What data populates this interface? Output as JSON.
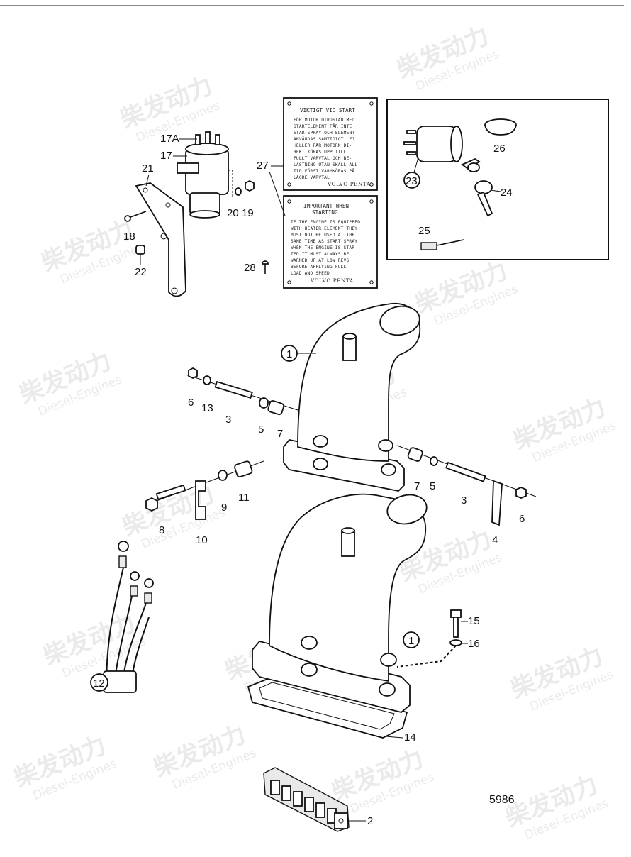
{
  "watermark": {
    "brand_cn": "柴发动力",
    "brand_en": "Diesel-Engines"
  },
  "drawing_number": "5986",
  "labels": {
    "p1_top": "1",
    "p1_bottom": "1",
    "p2": "2",
    "p3_left": "3",
    "p3_right": "3",
    "p4": "4",
    "p5_left": "5",
    "p5_right": "5",
    "p6_left": "6",
    "p6_right": "6",
    "p7_left": "7",
    "p7_right": "7",
    "p8": "8",
    "p9": "9",
    "p10": "10",
    "p11": "11",
    "p12": "12",
    "p13": "13",
    "p14": "14",
    "p15": "15",
    "p16": "16",
    "p17": "17",
    "p17A": "17A",
    "p18": "18",
    "p19": "19",
    "p20": "20",
    "p21": "21",
    "p22": "22",
    "p23": "23",
    "p24": "24",
    "p25": "25",
    "p26": "26",
    "p27": "27",
    "p28": "28"
  },
  "plate_swedish": {
    "title": "VIKTIGT VID START",
    "lines": [
      "FÖR MOTOR UTRUSTAD MED",
      "STARTELEMENT FÅR INTE",
      "STARTSPRAY OCH ELEMENT",
      "ANVÄNDAS SAMTIDIGT. EJ",
      "HELLER FÅR MOTORN DI-",
      "REKT KÖRAS UPP TILL",
      "FULLT VARVTAL OCH BE-",
      "LASTNING UTAN SKALL ALL-",
      "TID FÖRST VARMKÖRAS PÅ",
      "LÅGRE VARVTAL"
    ],
    "brand": "VOLVO PENTA"
  },
  "plate_english": {
    "title_line1": "IMPORTANT WHEN",
    "title_line2": "STARTING",
    "lines": [
      "IF THE ENGINE IS EQUIPPED",
      "WITH HEATER ELEMENT THEY",
      "MUST NOT BE USED AT THE",
      "SAME TIME AS START SPRAY",
      "WHEN THE ENGINE IS STAR-",
      "TED IT MUST ALWAYS BE",
      "WARMED UP AT LOW REVS",
      "BEFORE APPLYING FULL",
      "LOAD AND SPEED"
    ],
    "brand": "VOLVO PENTA"
  }
}
